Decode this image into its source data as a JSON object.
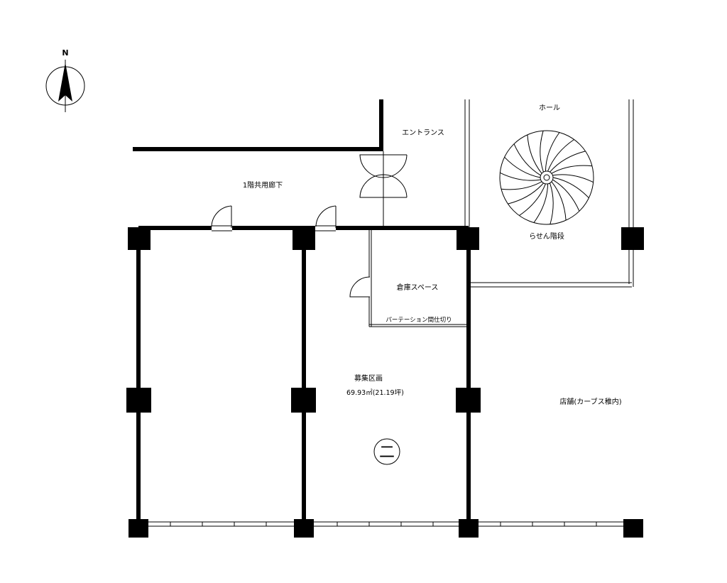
{
  "compass": {
    "north_label": "N"
  },
  "labels": {
    "corridor": "1階共用廊下",
    "entrance": "エントランス",
    "hall": "ホール",
    "spiral_stair": "らせん階段",
    "storage": "倉庫スペース",
    "partition": "パーテーション間仕切り",
    "recruit_area": "募集区画",
    "recruit_size": "69.93㎡(21.19坪)",
    "shop": "店舗(カーブス稚内)",
    "mark": "二"
  }
}
